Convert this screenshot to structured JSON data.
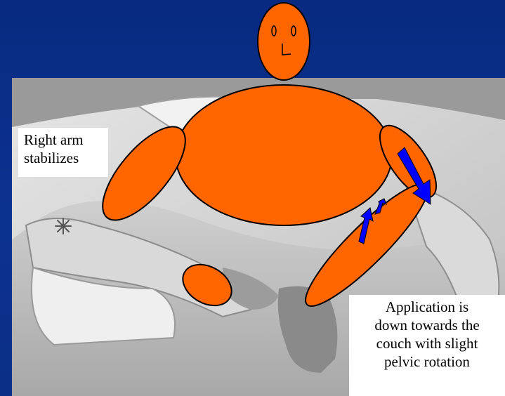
{
  "labels": {
    "right_arm": [
      "Right arm",
      "stabilizes"
    ],
    "application": [
      "Application is",
      "down towards the",
      "couch with slight",
      "pelvic rotation"
    ]
  },
  "colors": {
    "background": "#0b2f86",
    "figure_fill": "#ff6600",
    "figure_stroke": "#000000",
    "arrow_fill": "#0000ff",
    "label_background": "#ffffff"
  },
  "icons": [
    "stick-figure-head",
    "stick-figure-torso",
    "force-arrow",
    "asterisk-marker"
  ]
}
